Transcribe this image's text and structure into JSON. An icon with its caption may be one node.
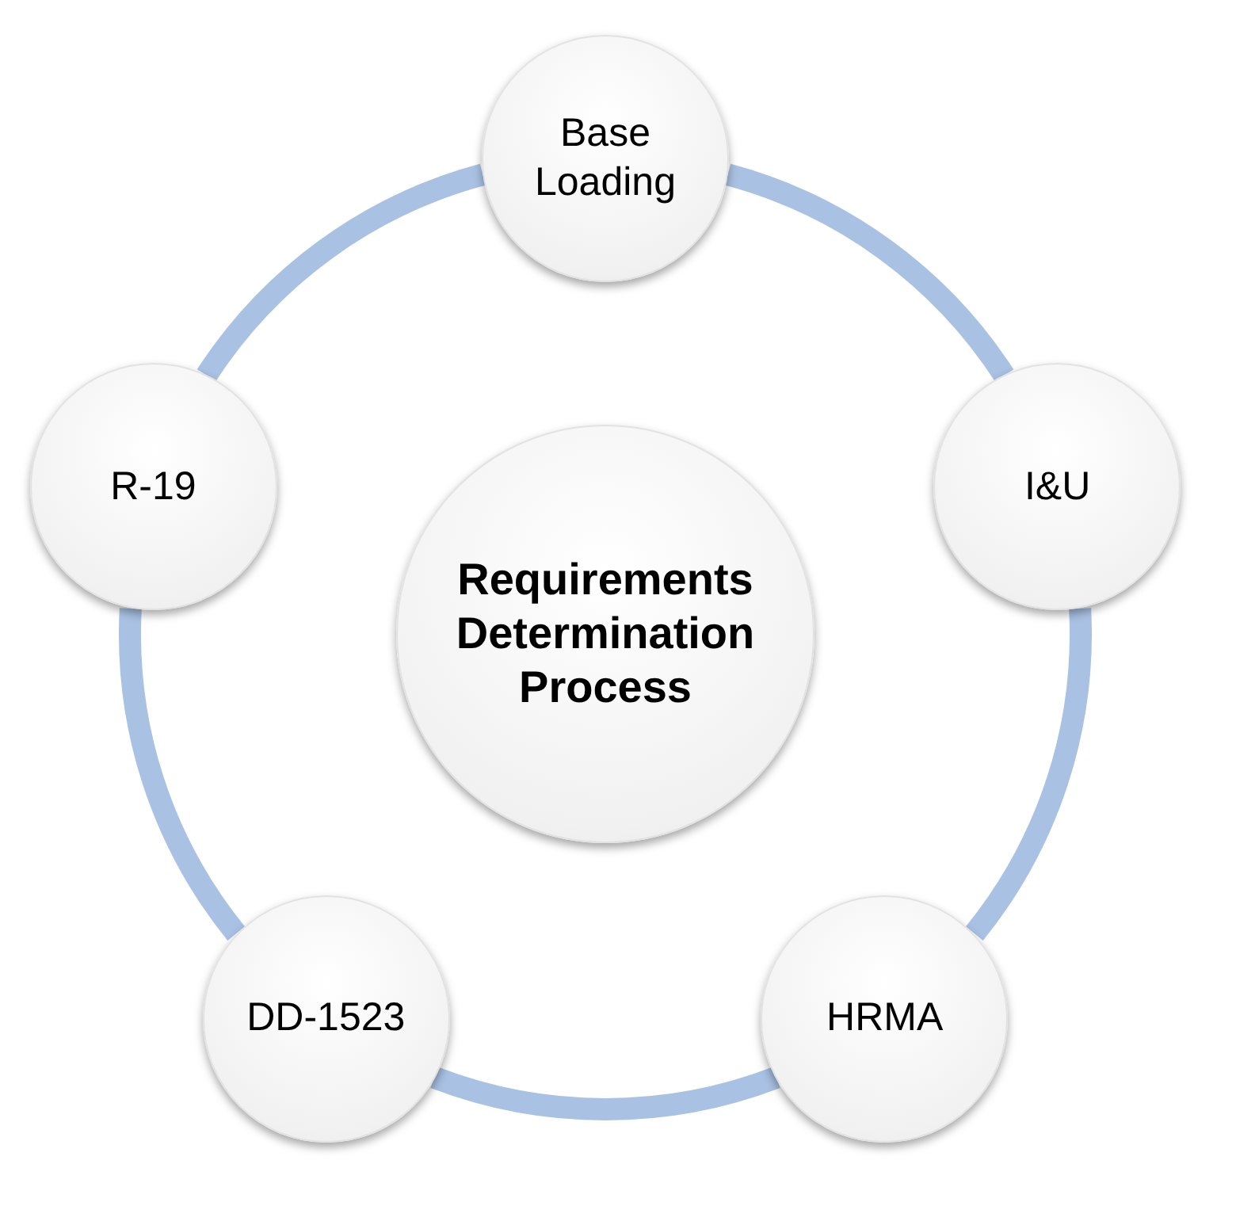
{
  "diagram": {
    "nodes": [
      {
        "text": [
          "Base Loading"
        ]
      },
      {
        "text": [
          "R-19"
        ]
      },
      {
        "text": [
          "I&U"
        ]
      },
      {
        "text": [
          "Requirements Determination Process"
        ]
      },
      {
        "text": [
          "DD-1523"
        ]
      },
      {
        "text": [
          "HRMA"
        ]
      }
    ],
    "edges": [
      {
        "from": 0,
        "to": 2,
        "arrow": "none"
      },
      {
        "from": 2,
        "to": 5,
        "arrow": "none"
      },
      {
        "from": 5,
        "to": 4,
        "arrow": "none"
      },
      {
        "from": 4,
        "to": 1,
        "arrow": "none"
      },
      {
        "from": 1,
        "to": 0,
        "arrow": "none"
      }
    ]
  }
}
